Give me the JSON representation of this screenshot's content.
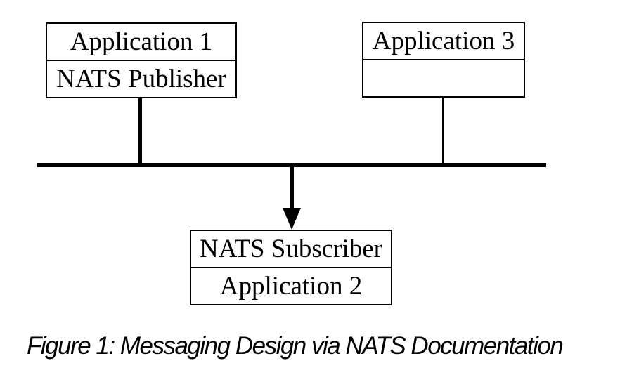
{
  "diagram": {
    "nodes": [
      {
        "id": "application-1",
        "rows": [
          "Application 1",
          "NATS Publisher"
        ]
      },
      {
        "id": "application-3",
        "rows": [
          "Application 3",
          ""
        ]
      },
      {
        "id": "application-2",
        "rows": [
          "NATS Subscriber",
          "Application 2"
        ]
      }
    ],
    "bus": {
      "description": "horizontal message bus line"
    },
    "arrow": {
      "direction": "down",
      "from": "bus",
      "to": "application-2"
    },
    "colors": {
      "stroke": "#000000",
      "background": "#ffffff",
      "text": "#000000"
    }
  },
  "figure": {
    "caption": "Figure 1: Messaging Design via NATS Documentation"
  }
}
